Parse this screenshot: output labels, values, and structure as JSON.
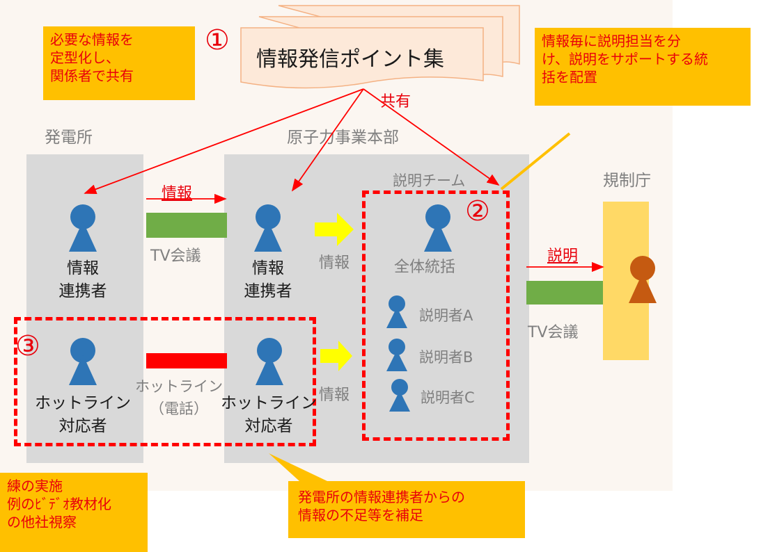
{
  "colors": {
    "person_blue": "#2e75b6",
    "person_orange": "#c55a11",
    "red": "#ff0000",
    "callout": "#ffc000",
    "tv_bar": "#70ad47",
    "regulator_box": "#ffd966",
    "yellow_arrow": "#ffff00"
  },
  "top_doc": {
    "title": "情報発信ポイント集",
    "number": "①",
    "share_label": "共有"
  },
  "callouts": {
    "c1": [
      "必要な情報を",
      "定型化し、",
      "関係者で共有"
    ],
    "c2": [
      "情報毎に説明担当を分",
      "け、説明をサポートする統",
      "括を配置"
    ],
    "c3": [
      "練の実施",
      "例のﾋﾞﾃﾞｵ教材化",
      "の他社視察"
    ],
    "c4": [
      "発電所の情報連携者からの",
      "情報の不足等を補足"
    ]
  },
  "sections": {
    "plant": "発電所",
    "hq": "原子力事業本部",
    "team": "説明チーム",
    "regulator": "規制庁"
  },
  "persons": {
    "plant_liaison": [
      "情報",
      "連携者"
    ],
    "hq_liaison": [
      "情報",
      "連携者"
    ],
    "plant_hotline": [
      "ホットライン",
      "対応者"
    ],
    "hq_hotline": [
      "ホットライン",
      "対応者"
    ],
    "coordinator": "全体統括",
    "explainers": [
      "説明者A",
      "説明者B",
      "説明者C"
    ]
  },
  "links": {
    "info_red": "情報",
    "tv1": "TV会議",
    "info_yellow1": "情報",
    "info_yellow2": "情報",
    "hotline": [
      "ホットライン",
      "（電話）"
    ],
    "explain": "説明",
    "tv2": "TV会議"
  },
  "numbers": {
    "n2": "②",
    "n3": "③"
  }
}
